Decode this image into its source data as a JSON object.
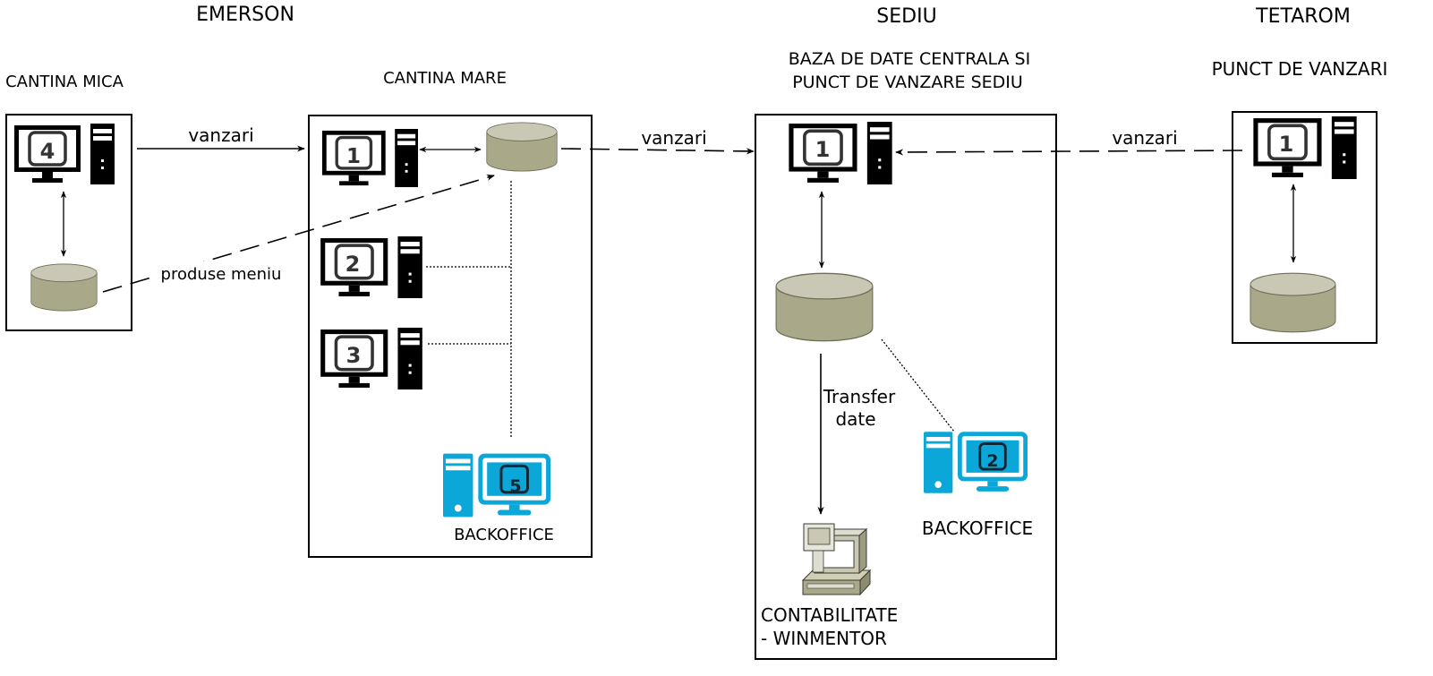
{
  "headers": {
    "emerson": "EMERSON",
    "sediu": "SEDIU",
    "tetarom": "TETAROM"
  },
  "sections": {
    "cantina_mica": "CANTINA MICA",
    "cantina_mare": "CANTINA MARE",
    "baza_line1": "BAZA DE DATE CENTRALA SI",
    "baza_line2": "PUNCT DE VANZARE SEDIU",
    "punct_vanzari": "PUNCT DE VANZARI"
  },
  "links": {
    "vanzari_1": "vanzari",
    "vanzari_2": "vanzari",
    "vanzari_3": "vanzari",
    "produse_meniu": "produse meniu",
    "transfer_line1": "Transfer",
    "transfer_line2": "date"
  },
  "labels": {
    "backoffice_mare": "BACKOFFICE",
    "backoffice_sediu": "BACKOFFICE",
    "contabilitate_line1": "CONTABILITATE",
    "contabilitate_line2": "- WINMENTOR"
  },
  "workstations": {
    "mica": "4",
    "mare_1": "1",
    "mare_2": "2",
    "mare_3": "3",
    "mare_5": "5",
    "sediu_1": "1",
    "sediu_2": "2",
    "tetarom_1": "1"
  },
  "colors": {
    "database_fill": "#a9a98a",
    "database_top": "#c8c8b4",
    "backoffice_blue": "#0ba7d8",
    "line": "#000000"
  }
}
